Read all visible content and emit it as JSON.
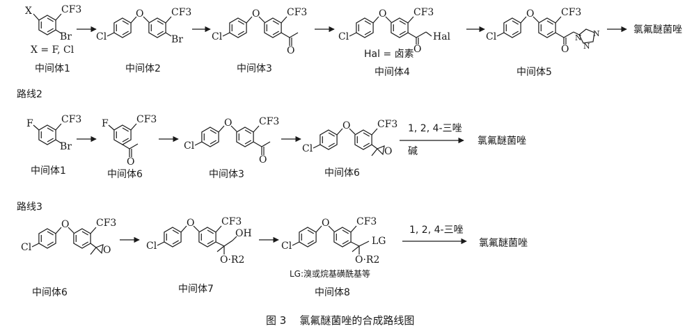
{
  "route1": {
    "x_label": "X = F, Cl",
    "hal_label": "Hal = 卤素",
    "intermediates": [
      "中间体1",
      "中间体2",
      "中间体3",
      "中间体4",
      "中间体5"
    ],
    "product": "氯氟醚菌唑"
  },
  "route2": {
    "title": "路线2",
    "intermediates": [
      "中间体1",
      "中间体6",
      "中间体3",
      "中间体6"
    ],
    "reagent_top": "1, 2, 4-三唑",
    "reagent_bottom": "碱",
    "product": "氯氟醚菌唑"
  },
  "route3": {
    "title": "路线3",
    "intermediates": [
      "中间体6",
      "中间体7",
      "中间体8"
    ],
    "lg_label": "LG:溴或烷基磺酰基等",
    "reagent_top": "1, 2, 4-三唑",
    "product": "氯氟醚菌唑"
  },
  "atoms": {
    "cf3": "CF3",
    "br": "Br",
    "cl": "Cl",
    "f": "F",
    "x": "X",
    "o": "O",
    "oh": "OH",
    "hal": "Hal",
    "lg": "LG",
    "or2": "O·R2",
    "n": "N"
  },
  "caption": "图 3    氯氟醚菌唑的合成路线图"
}
